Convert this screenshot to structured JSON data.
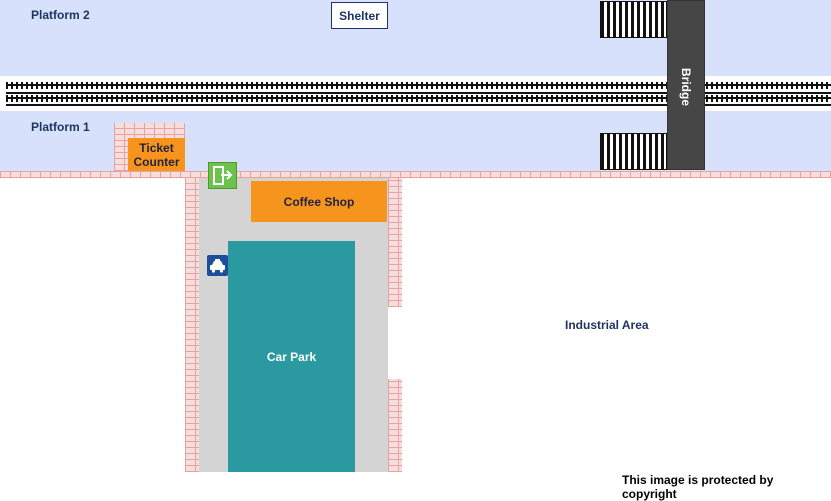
{
  "labels": {
    "platform2": "Platform 2",
    "platform1": "Platform 1",
    "shelter": "Shelter",
    "bridge": "Bridge",
    "ticket_counter": "Ticket Counter",
    "coffee_shop": "Coffee Shop",
    "car_park": "Car Park",
    "industrial_area": "Industrial Area",
    "copyright": "This image is protected by copyright"
  },
  "icons": {
    "exit": "exit-sign-icon",
    "taxi": "taxi-icon"
  },
  "colors": {
    "platform": "#d8e1fb",
    "bridge": "#464646",
    "coffee_shop": "#f7941d",
    "ticket_counter": "#f7941d",
    "car_park": "#2a9aa0",
    "road": "#d4d4d4",
    "exit_sign": "#6cc24a",
    "taxi_sign": "#1f4e99"
  }
}
